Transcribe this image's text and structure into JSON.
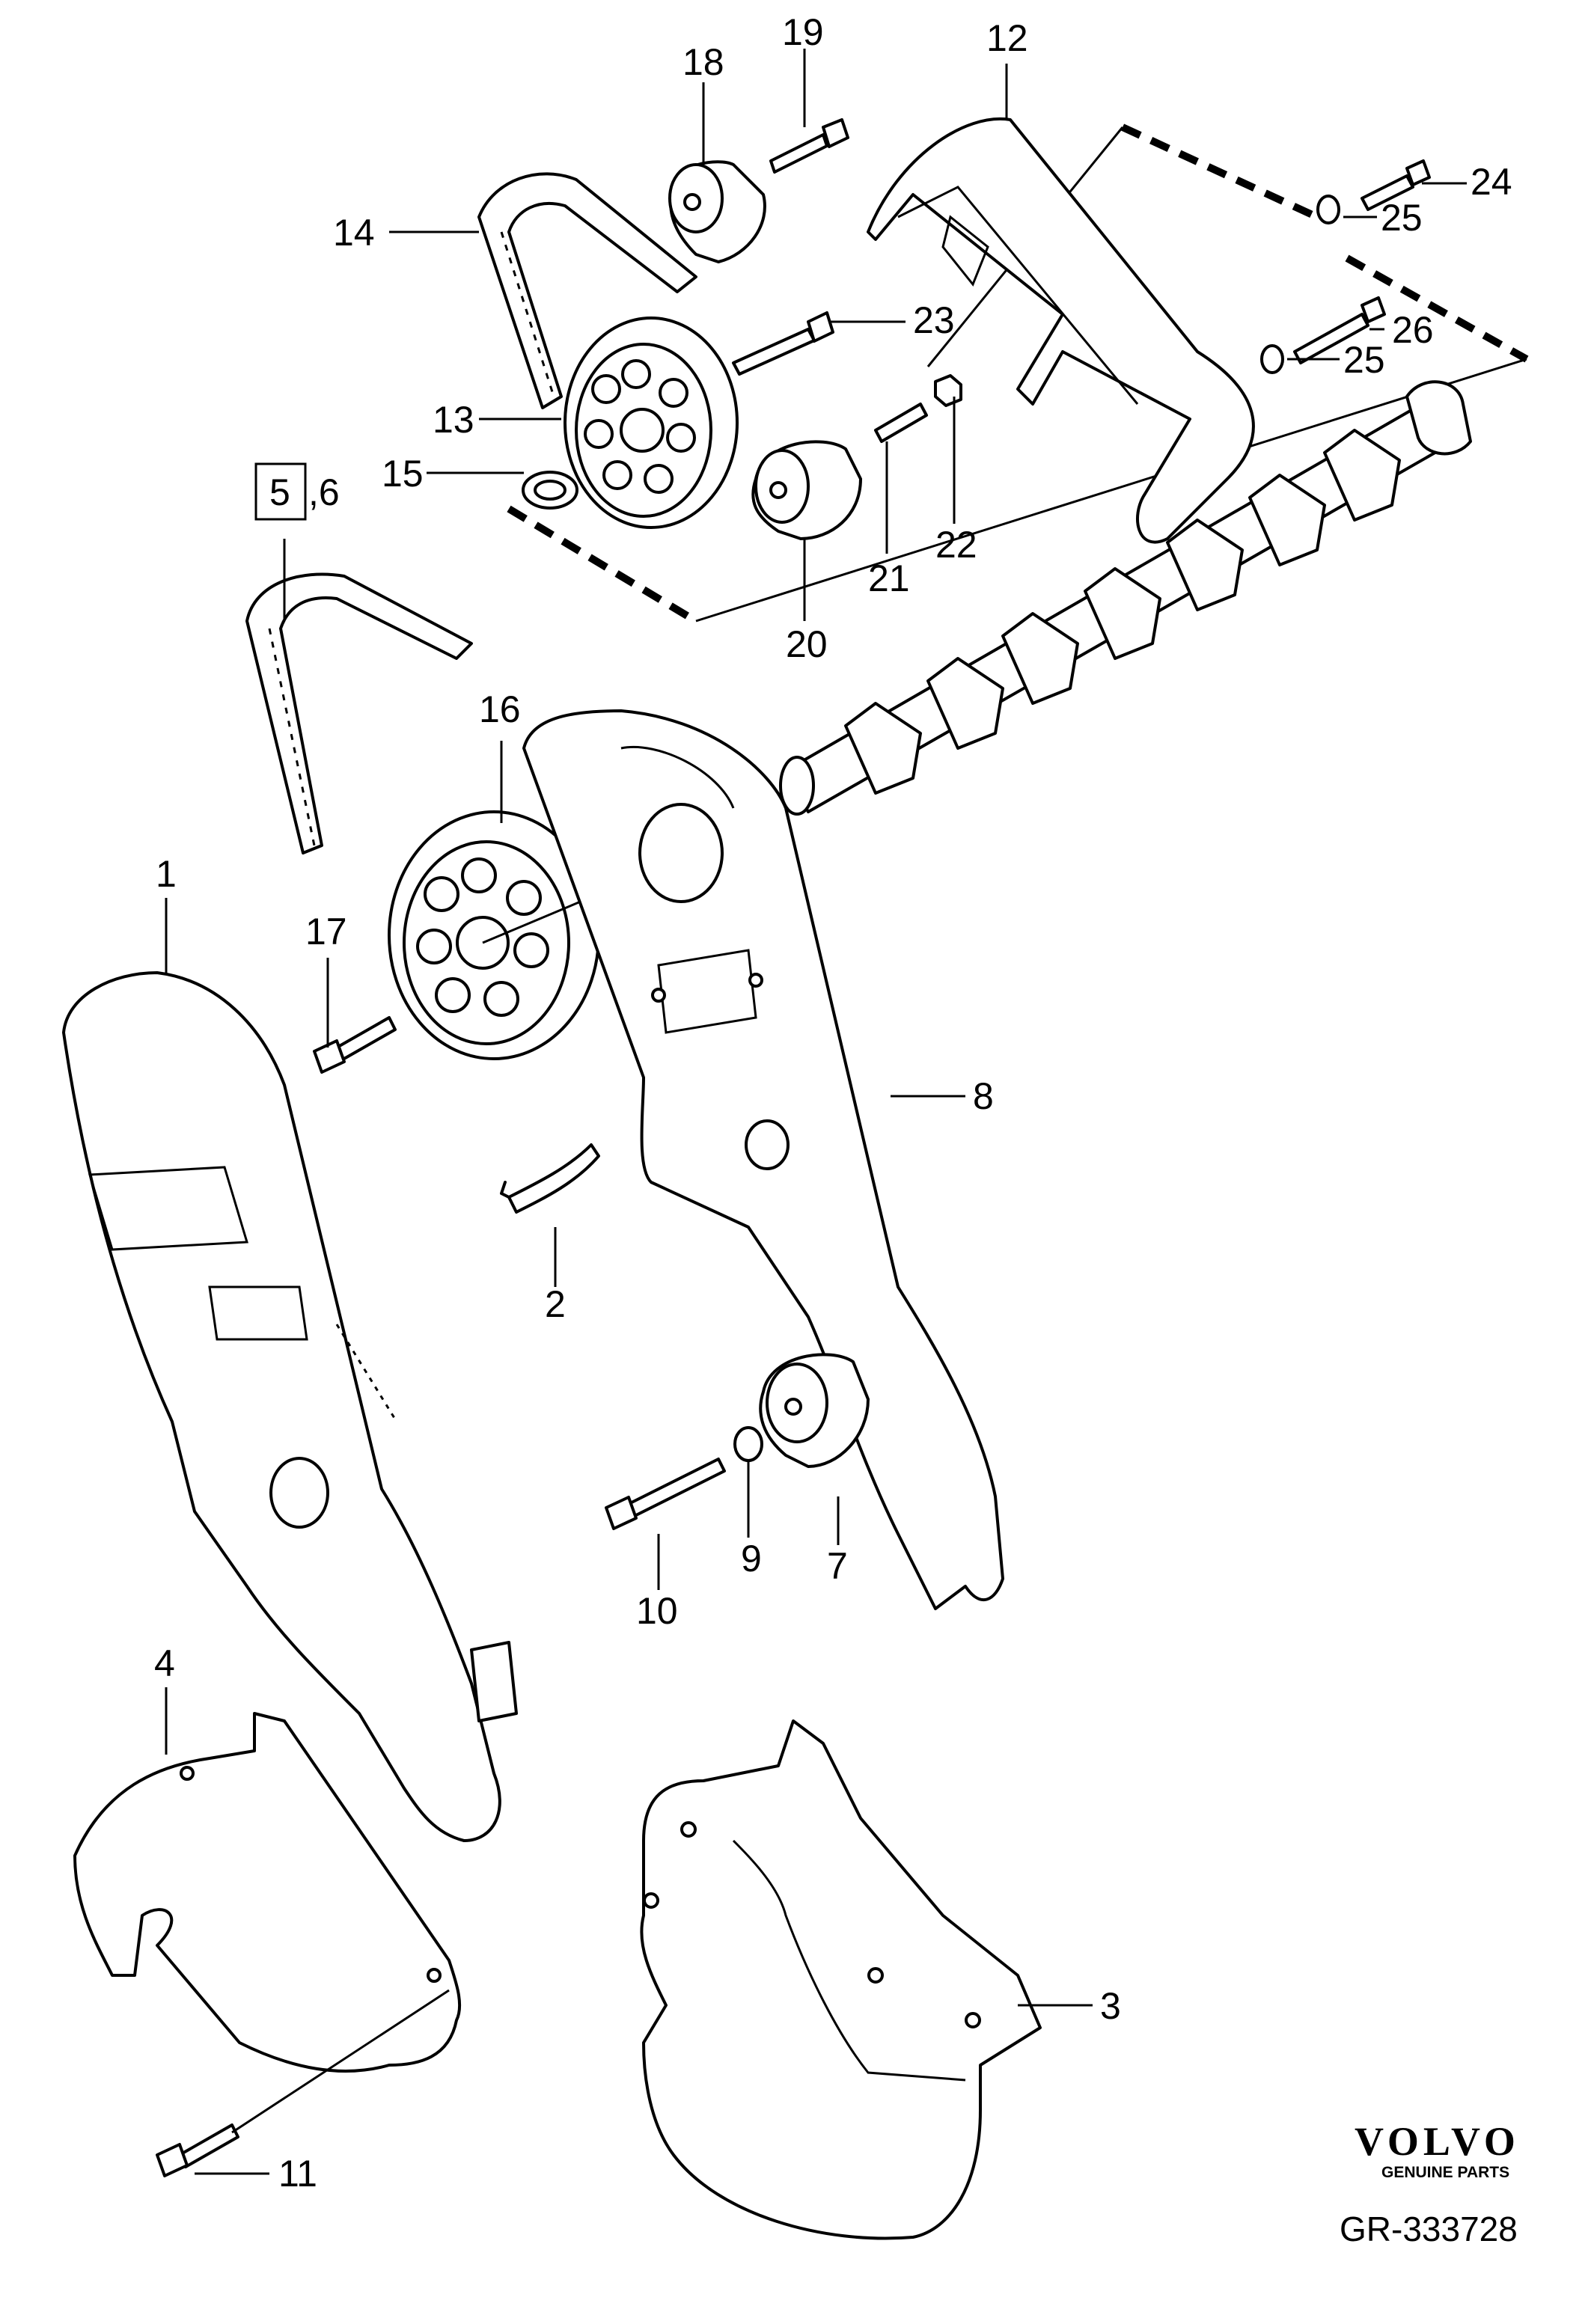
{
  "callouts": {
    "p1": "1",
    "p2": "2",
    "p3": "3",
    "p4": "4",
    "p5": "5",
    "p5_suffix": ",6",
    "p7": "7",
    "p8": "8",
    "p9": "9",
    "p10": "10",
    "p11": "11",
    "p12": "12",
    "p13": "13",
    "p14": "14",
    "p15": "15",
    "p16": "16",
    "p17": "17",
    "p18": "18",
    "p19": "19",
    "p20": "20",
    "p21": "21",
    "p22": "22",
    "p23": "23",
    "p24": "24",
    "p25a": "25",
    "p25b": "25",
    "p26": "26"
  },
  "branding": {
    "logo_text": "VOLVO",
    "logo_subtitle": "GENUINE PARTS",
    "diagram_code": "GR-333728"
  }
}
